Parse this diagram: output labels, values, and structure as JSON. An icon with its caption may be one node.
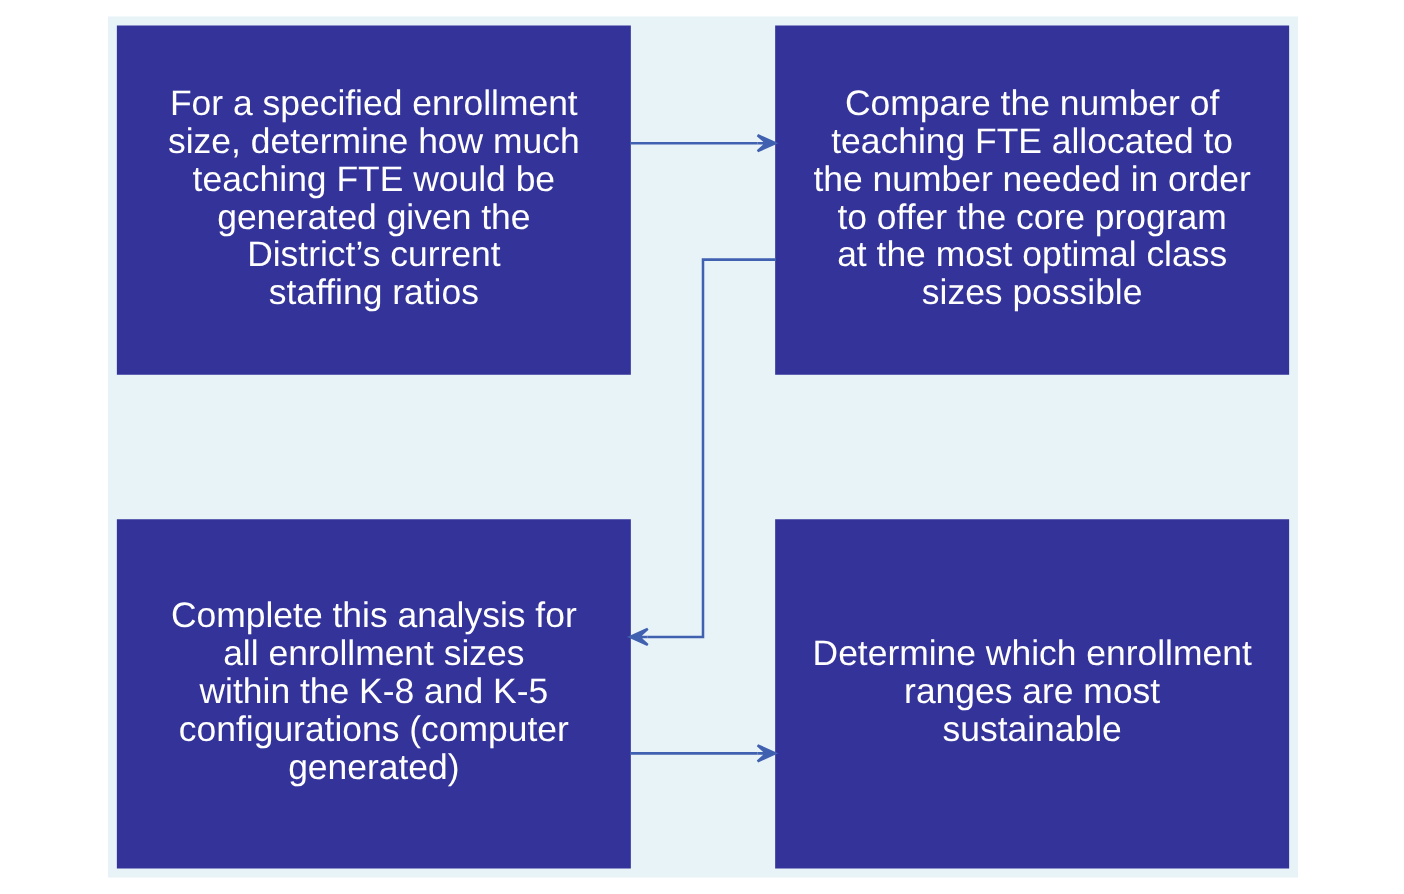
{
  "diagram": {
    "nodes": [
      {
        "text": [
          "For a specified enrollment size, determine how much teaching FTE would be generated given the District’s current staffing ratios"
        ]
      },
      {
        "text": [
          "Compare the number of teaching FTE allocated to the number needed in order to offer the core program at the most optimal class sizes possible"
        ]
      },
      {
        "text": [
          "Complete this analysis for all enrollment sizes within the K-8 and K-5 configurations (computer generated)"
        ]
      },
      {
        "text": [
          "Determine which enrollment ranges are most sustainable"
        ]
      }
    ],
    "edges": [
      {
        "from": 0,
        "to": 1,
        "arrow": "to"
      },
      {
        "from": 1,
        "to": 2,
        "arrow": "to"
      },
      {
        "from": 2,
        "to": 3,
        "arrow": "to"
      }
    ]
  }
}
